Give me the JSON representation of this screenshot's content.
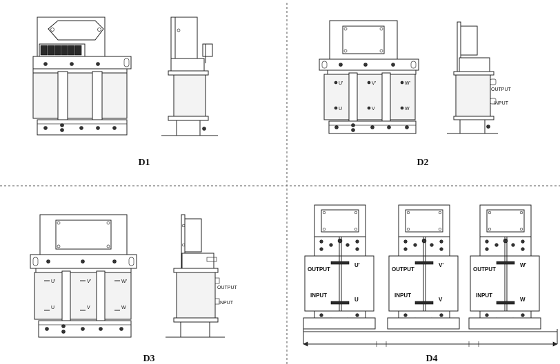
{
  "captions": {
    "d1": "D1",
    "d2": "D2",
    "d3": "D3",
    "d4": "D4"
  },
  "terminals": {
    "u_out": "U'",
    "v_out": "V'",
    "w_out": "W'",
    "u_in": "U",
    "v_in": "V",
    "w_in": "W"
  },
  "side_labels": {
    "output": "OUTPUT",
    "input": "INPUT"
  },
  "d4_unit_labels": {
    "output": "OUTPUT",
    "input": "INPUT",
    "outputs": [
      "U'",
      "V'",
      "W'"
    ],
    "inputs": [
      "U",
      "V",
      "W"
    ]
  }
}
